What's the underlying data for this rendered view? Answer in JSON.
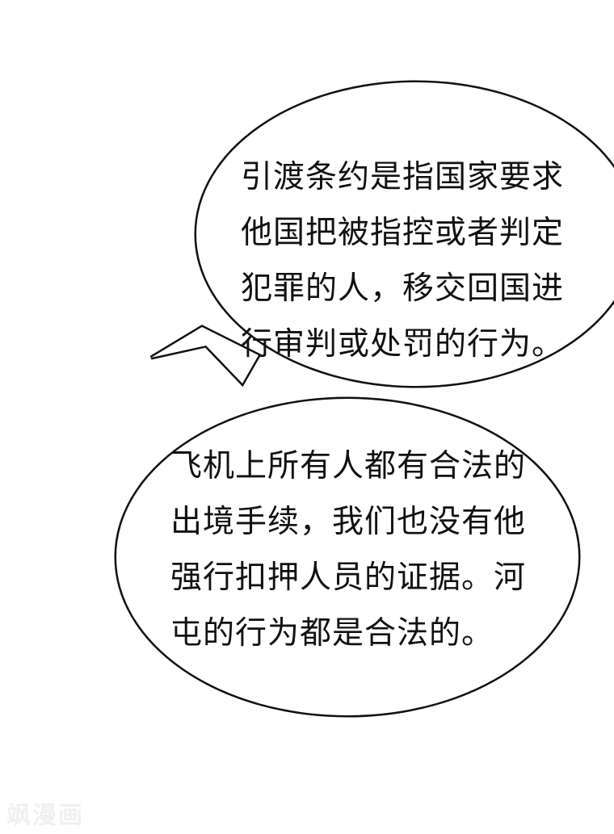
{
  "bubbles": [
    {
      "lines": [
        "引渡条约是指国家要求",
        "他国把被指控或者判定",
        "犯罪的人，移交回国进",
        "行审判或处罚的行为。"
      ]
    },
    {
      "lines": [
        "飞机上所有人都有合法的",
        "出境手续，我们也没有他",
        "强行扣押人员的证据。河",
        "屯的行为都是合法的。"
      ]
    }
  ],
  "watermark": "飒漫画",
  "colors": {
    "outline": "#111111",
    "fill": "#ffffff",
    "text": "#111111"
  }
}
